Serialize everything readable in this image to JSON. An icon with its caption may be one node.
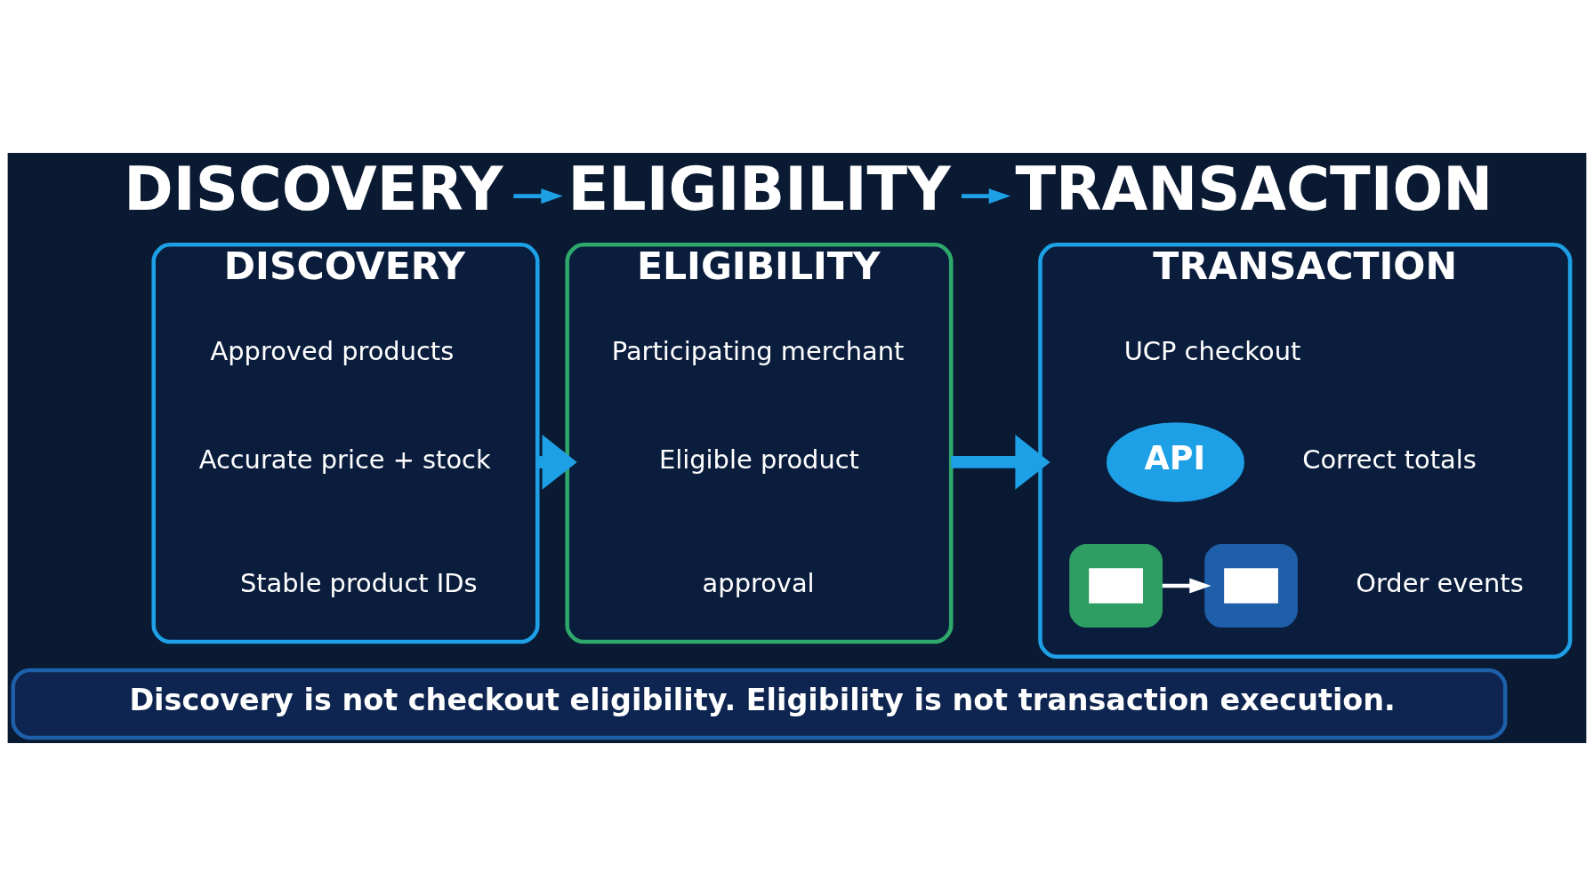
{
  "diagram": {
    "nodes": [
      {
        "text": [
          "DISCOVERY"
        ]
      },
      {
        "text": [
          "ELIGIBILITY"
        ]
      },
      {
        "text": [
          "TRANSACTION"
        ]
      },
      {
        "text": [
          "DISCOVERY"
        ]
      },
      {
        "text": [
          "Approved products"
        ],
        "in": 3
      },
      {
        "text": [
          "Accurate price + stock"
        ],
        "in": 3
      },
      {
        "text": [
          "Stable product IDs"
        ],
        "in": 3
      },
      {
        "text": [
          "ELIGIBILITY"
        ]
      },
      {
        "text": [
          "Participating merchant"
        ],
        "in": 7
      },
      {
        "text": [
          "Eligible product"
        ],
        "in": 7
      },
      {
        "text": [
          "approval"
        ],
        "in": 7
      },
      {
        "text": [
          "TRANSACTION"
        ]
      },
      {
        "text": [
          "UCP checkout"
        ],
        "in": 11
      },
      {
        "text": [
          "API"
        ],
        "in": 11
      },
      {
        "text": [
          "Correct totals"
        ],
        "in": 11
      },
      {
        "text": [],
        "shape": "picture",
        "in": 11
      },
      {
        "text": [],
        "shape": "picture",
        "in": 11
      },
      {
        "text": [
          "Order events"
        ],
        "in": 11
      },
      {
        "text": [
          "Discovery is not checkout eligibility. Eligibility is not transaction execution."
        ]
      }
    ],
    "edges": [
      {
        "from": 0,
        "to": 1,
        "arrow": "to"
      },
      {
        "from": 1,
        "to": 2,
        "arrow": "to"
      },
      {
        "from": 3,
        "to": 7,
        "arrow": "to",
        "style": "thick"
      },
      {
        "from": 7,
        "to": 11,
        "arrow": "to",
        "style": "thick"
      },
      {
        "from": 15,
        "to": 16,
        "arrow": "to",
        "color": "#ffffff"
      }
    ]
  }
}
